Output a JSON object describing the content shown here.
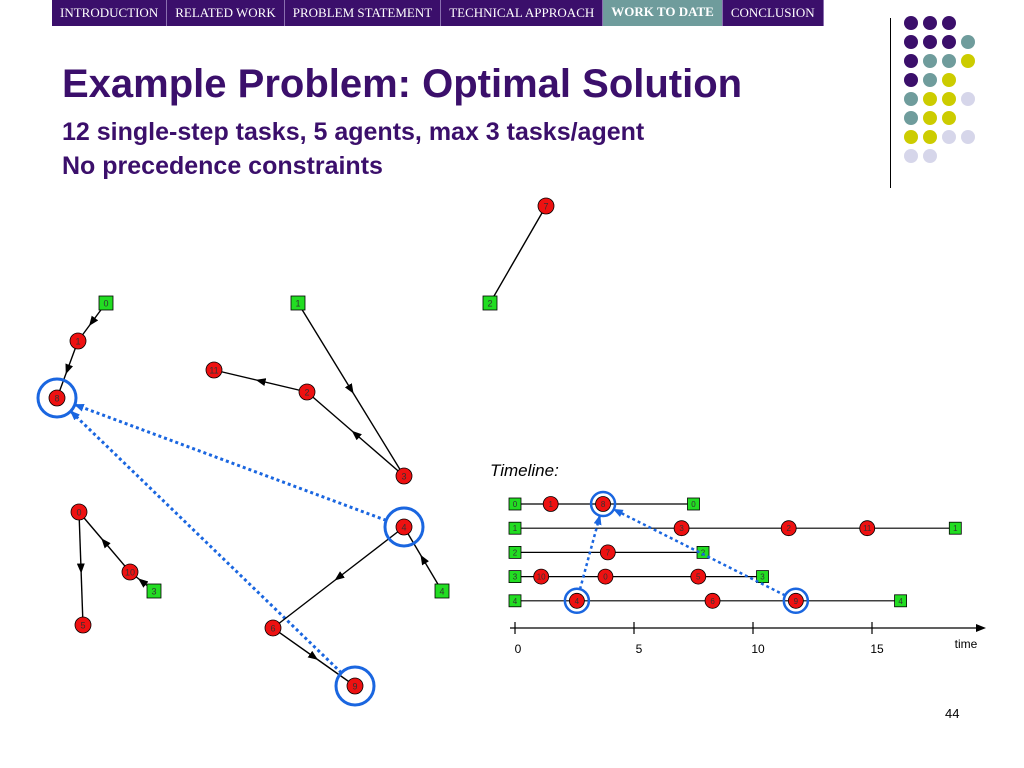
{
  "nav": {
    "tabs": [
      {
        "label": "INTRODUCTION",
        "active": false
      },
      {
        "label": "RELATED WORK",
        "active": false
      },
      {
        "label": "PROBLEM STATEMENT",
        "active": false
      },
      {
        "label": "TECHNICAL APPROACH",
        "active": false
      },
      {
        "label": "WORK TO DATE",
        "active": true
      },
      {
        "label": "CONCLUSION",
        "active": false
      }
    ]
  },
  "title": "Example Problem: Optimal Solution",
  "subtitle1": "12 single-step tasks, 5 agents, max 3 tasks/agent",
  "subtitle2": "No precedence constraints",
  "timeline_label": "Timeline:",
  "page_number": "44",
  "colors": {
    "agent": "#22dd22",
    "task": "#ee1111",
    "highlight": "#1a66e0",
    "purple": "#3b0f6b",
    "teal": "#6f9c9c",
    "olive": "#cccc00",
    "lavender": "#d6d6ea"
  },
  "decor_dots": [
    [
      "purple",
      "purple",
      "purple",
      ""
    ],
    [
      "purple",
      "purple",
      "purple",
      "teal"
    ],
    [
      "purple",
      "teal",
      "teal",
      "olive"
    ],
    [
      "purple",
      "teal",
      "olive",
      ""
    ],
    [
      "teal",
      "olive",
      "olive",
      "lavender"
    ],
    [
      "teal",
      "olive",
      "olive",
      ""
    ],
    [
      "olive",
      "olive",
      "lavender",
      "lavender"
    ],
    [
      "lavender",
      "lavender",
      "",
      ""
    ]
  ],
  "graph": {
    "agents": [
      {
        "id": "0",
        "label": "0"
      },
      {
        "id": "1",
        "label": "1"
      },
      {
        "id": "2",
        "label": "2"
      },
      {
        "id": "3",
        "label": "3"
      },
      {
        "id": "4",
        "label": "4"
      }
    ],
    "tasks": [
      {
        "id": "t7",
        "label": "7"
      },
      {
        "id": "t1",
        "label": "1"
      },
      {
        "id": "t8",
        "label": "8"
      },
      {
        "id": "t11",
        "label": "11"
      },
      {
        "id": "t2",
        "label": "2"
      },
      {
        "id": "t3",
        "label": "3"
      },
      {
        "id": "t0",
        "label": "0"
      },
      {
        "id": "t10",
        "label": "10"
      },
      {
        "id": "t5",
        "label": "5"
      },
      {
        "id": "t4",
        "label": "4"
      },
      {
        "id": "t6",
        "label": "6"
      },
      {
        "id": "t9",
        "label": "9"
      }
    ],
    "routes": [
      [
        "a0",
        "t1",
        "t8"
      ],
      [
        "a1",
        "t3",
        "t2",
        "t11"
      ],
      [
        "a2",
        "t7"
      ],
      [
        "a3",
        "t10",
        "t0",
        "t5"
      ],
      [
        "a4",
        "t4",
        "t6",
        "t9"
      ]
    ],
    "highlighted": [
      "t8",
      "t4",
      "t9"
    ]
  },
  "timeline": {
    "axis_label": "time",
    "ticks": [
      0,
      5,
      10,
      15
    ],
    "tick_labels": [
      "0",
      "5",
      "10",
      "15"
    ],
    "rows": [
      {
        "agent": "0",
        "tasks": [
          {
            "label": "1",
            "t": 1.5
          },
          {
            "label": "8",
            "t": 3.7
          }
        ],
        "end": 7.5
      },
      {
        "agent": "1",
        "tasks": [
          {
            "label": "3",
            "t": 7.0
          },
          {
            "label": "2",
            "t": 11.5
          },
          {
            "label": "11",
            "t": 14.8
          }
        ],
        "end": 18.5
      },
      {
        "agent": "2",
        "tasks": [
          {
            "label": "7",
            "t": 3.9
          }
        ],
        "end": 7.9
      },
      {
        "agent": "3",
        "tasks": [
          {
            "label": "10",
            "t": 1.1
          },
          {
            "label": "0",
            "t": 3.8
          },
          {
            "label": "5",
            "t": 7.7
          }
        ],
        "end": 10.4
      },
      {
        "agent": "4",
        "tasks": [
          {
            "label": "4",
            "t": 2.6
          },
          {
            "label": "6",
            "t": 8.3
          },
          {
            "label": "9",
            "t": 11.8
          }
        ],
        "end": 16.2
      }
    ],
    "highlighted": [
      [
        0,
        1
      ],
      [
        4,
        0
      ],
      [
        4,
        2
      ]
    ]
  }
}
